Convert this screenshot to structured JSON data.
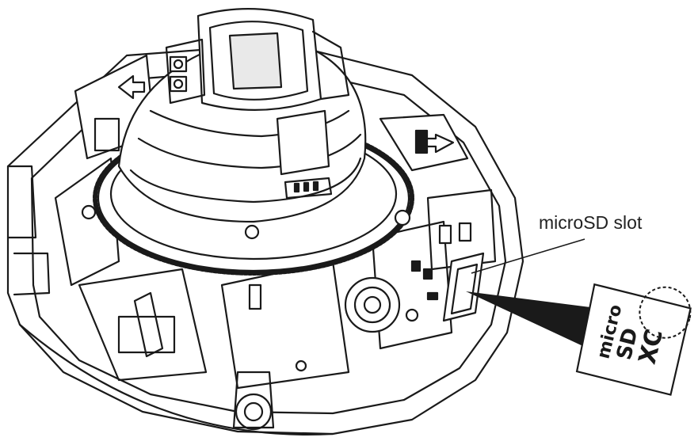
{
  "callout": {
    "label": "microSD slot"
  },
  "card": {
    "logo_line1": "micro",
    "logo_line2": "SD",
    "logo_line3": "XC"
  },
  "colors": {
    "ink": "#1a1a1a",
    "paper": "#ffffff",
    "shade": "#e9e9e9"
  }
}
